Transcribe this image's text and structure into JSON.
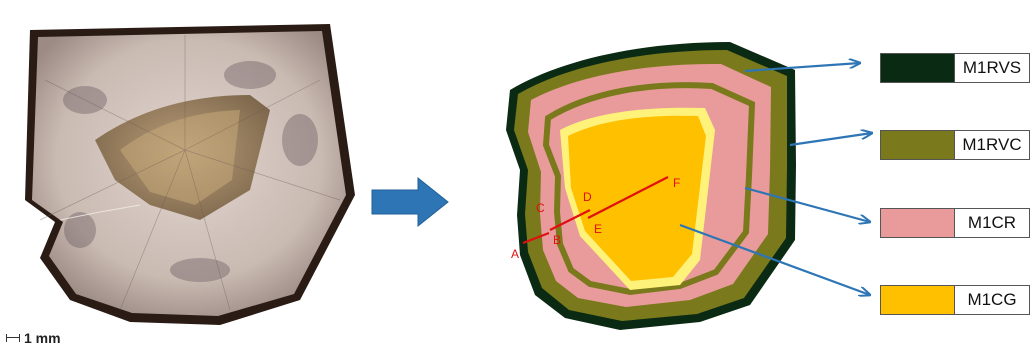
{
  "scale_bar": {
    "label": "1 mm"
  },
  "section_points": [
    {
      "id": "A",
      "label": "A"
    },
    {
      "id": "B",
      "label": "B"
    },
    {
      "id": "C",
      "label": "C"
    },
    {
      "id": "D",
      "label": "D"
    },
    {
      "id": "E",
      "label": "E"
    },
    {
      "id": "F",
      "label": "F"
    }
  ],
  "legend": [
    {
      "label": "M1RVS",
      "color": "#0b2a14"
    },
    {
      "label": "M1RVC",
      "color": "#7a7a1c"
    },
    {
      "label": "M1CR",
      "color": "#e99b9b"
    },
    {
      "label": "M1CG",
      "color": "#ffc000"
    }
  ],
  "colors": {
    "arrow_blue": "#2e75b6",
    "section_red": "#e01010",
    "core_rim_yellow": "#fff27a",
    "photo_bark": "#2a1c14",
    "photo_wood": "#cdbfb6",
    "photo_core": "#a4855a"
  }
}
